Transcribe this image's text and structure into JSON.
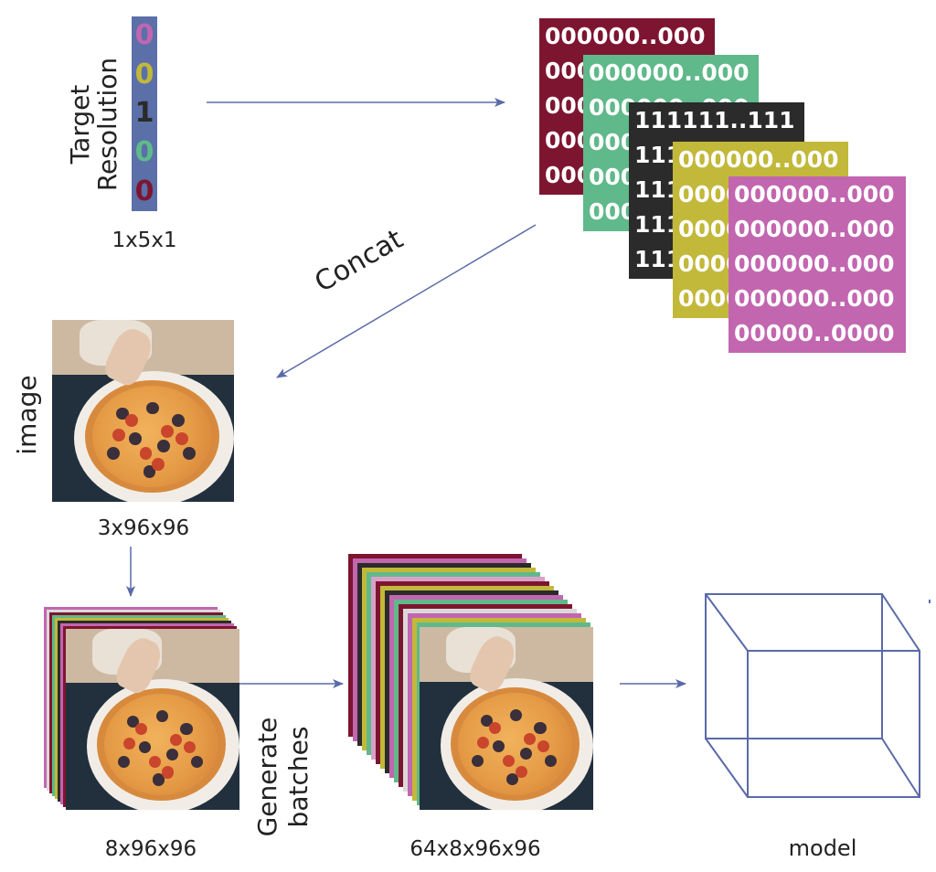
{
  "target": {
    "label_line1": "Target",
    "label_line2": "Resolution",
    "digits": [
      "0",
      "0",
      "1",
      "0",
      "0"
    ],
    "digit_colors": [
      "#c266b0",
      "#c2b83a",
      "#2b2b2b",
      "#5fb98a",
      "#7e1530"
    ],
    "shape": "1x5x1"
  },
  "planes": [
    {
      "color": "#7e1530",
      "rows": [
        "000000..000",
        "000000..000",
        "000000..000",
        "000000..000",
        "000000..000"
      ]
    },
    {
      "color": "#5fb98a",
      "rows": [
        "000000..000",
        "000000..000",
        "000000..000",
        "000000..000",
        "000000..000"
      ]
    },
    {
      "color": "#2b2b2b",
      "rows": [
        "111111..111",
        "111111..111",
        "111111..111",
        "111111..111",
        "111111..111"
      ]
    },
    {
      "color": "#c2b83a",
      "rows": [
        "000000..000",
        "000000..000",
        "000000..000",
        "000000..000",
        "000000..000"
      ]
    },
    {
      "color": "#c266b0",
      "rows": [
        "000000..000",
        "000000..000",
        "000000..000",
        "000000..000",
        "00000..0000"
      ]
    }
  ],
  "concat_label": "Concat",
  "image": {
    "label": "image",
    "shape": "3x96x96"
  },
  "stack8": {
    "shape": "8x96x96"
  },
  "batches": {
    "label_line1": "Generate",
    "label_line2": "batches",
    "shape": "64x8x96x96"
  },
  "model": {
    "label": "model"
  },
  "colors": {
    "arrow": "#5a6aa8",
    "cube": "#5a6aa8"
  }
}
